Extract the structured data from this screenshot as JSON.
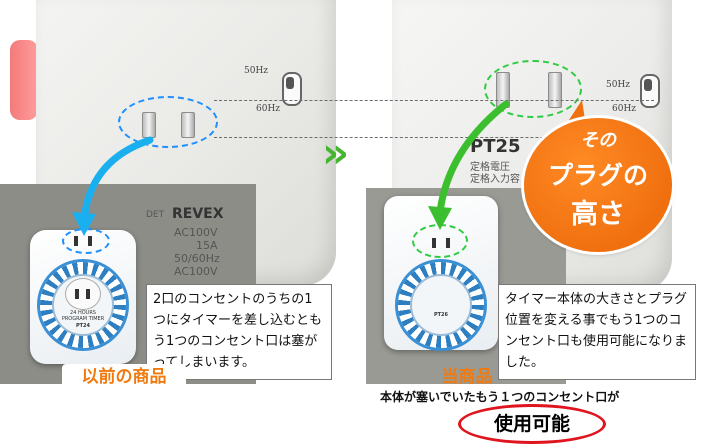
{
  "left_device": {
    "hz_top": "50Hz",
    "hz_bottom": "60Hz"
  },
  "right_device": {
    "hz_top": "50Hz",
    "hz_bottom": "60Hz",
    "model": "PT25",
    "spec_line_1": "定格電圧",
    "spec_line_2": "定格入力容"
  },
  "transition_arrow": "»",
  "callout_bubble": {
    "line_1": "その",
    "line_2": "プラグの",
    "line_3": "高さ"
  },
  "old_product": {
    "brand": "REVEX",
    "brand_prefix": "DET",
    "spec_voltage": "AC100V",
    "spec_current": "15A",
    "spec_freq": "50/60Hz",
    "spec_voltage_2": "AC100V",
    "timer_text_1": "24 HOURS",
    "timer_text_2": "PROGRAM TIMER",
    "timer_model": "PT24",
    "note": "2口のコンセントのうちの1つにタイマーを差し込むともう1つのコンセント口は塞がってしまいます。",
    "label": "以前の商品"
  },
  "new_product": {
    "timer_model": "PT26",
    "note": "タイマー本体の大きさとプラグ位置を変える事でもう1つのコンセント口も使用可能になりました。",
    "label": "当商品"
  },
  "bottom": {
    "caption": "本体が塞いでいたもう１つのコンセント口が",
    "highlight": "使用可能"
  },
  "colors": {
    "blue_dashed": "#1e90ff",
    "green_dashed": "#2ecc40",
    "orange_accent": "#f07a10",
    "red_oval": "#e0141e"
  }
}
